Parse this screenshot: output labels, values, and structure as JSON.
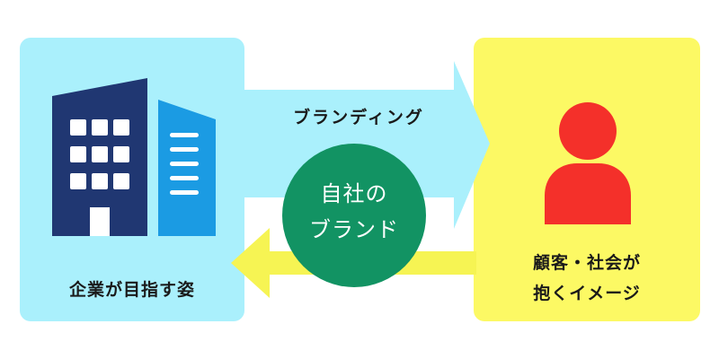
{
  "company_box": {
    "label": "企業が目指す姿",
    "color": "#aaf0fc",
    "icon": "building-icon"
  },
  "customer_box": {
    "label_line1": "顧客・社会が",
    "label_line2": "抱くイメージ",
    "color": "#fcf964",
    "icon": "person-icon"
  },
  "flow_arrow": {
    "label": "ブランディング",
    "color": "#aaf0fc",
    "direction": "company-to-customer"
  },
  "return_arrow": {
    "color": "#f6f453",
    "direction": "customer-to-company"
  },
  "center_circle": {
    "line1": "自社の",
    "line2": "ブランド",
    "color": "#129363"
  },
  "colors": {
    "building_dark": "#203772",
    "building_light": "#1b9be3",
    "person": "#f4302a",
    "text": "#1a1a1a"
  }
}
